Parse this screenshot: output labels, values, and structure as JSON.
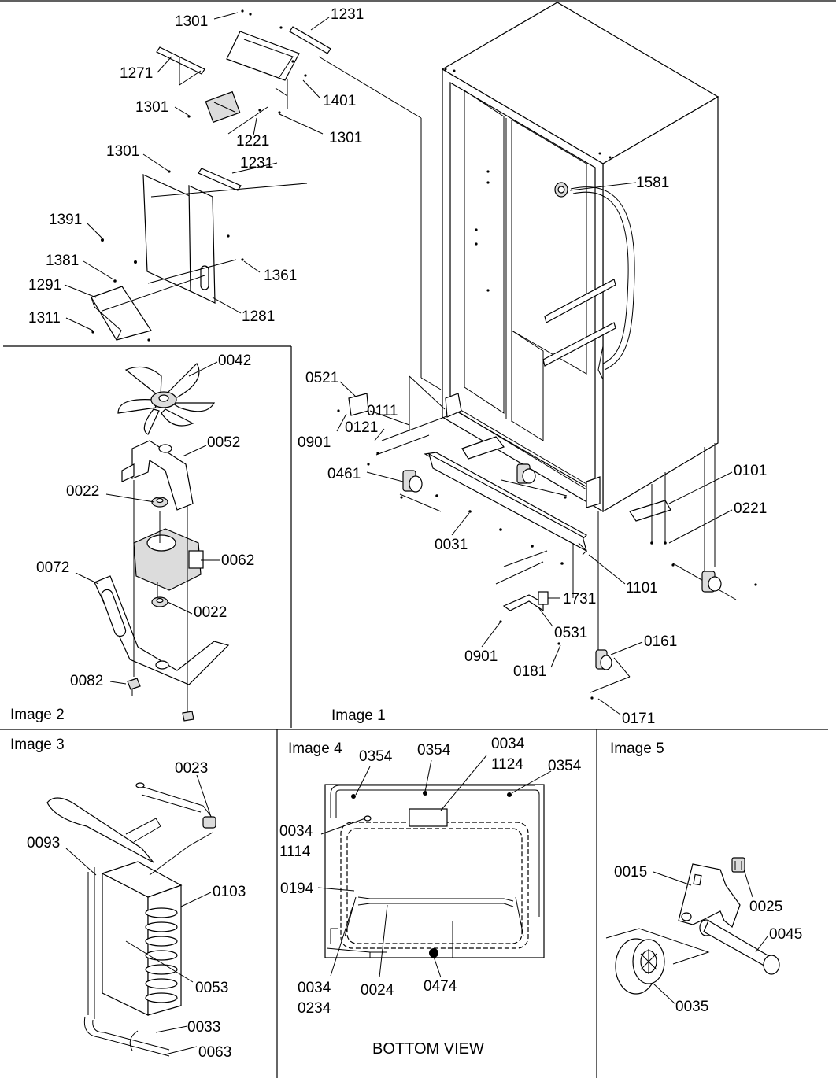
{
  "panels": {
    "image1": "Image 1",
    "image2": "Image 2",
    "image3": "Image 3",
    "image4": "Image 4",
    "image5": "Image 5"
  },
  "bottom_view_title": "BOTTOM VIEW",
  "image1_labels": {
    "p1301a": "1301",
    "p1231a": "1231",
    "p1271": "1271",
    "p1301b": "1301",
    "p1401": "1401",
    "p1221": "1221",
    "p1301c": "1301",
    "p1301d": "1301",
    "p1231b": "1231",
    "p1391": "1391",
    "p1381": "1381",
    "p1361": "1361",
    "p1291": "1291",
    "p1311": "1311",
    "p1281": "1281",
    "p1581": "1581",
    "p0521": "0521",
    "p0111": "0111",
    "p0121": "0121",
    "p0901a": "0901",
    "p0461": "0461",
    "p0101": "0101",
    "p0221": "0221",
    "p0031": "0031",
    "p1101": "1101",
    "p1731": "1731",
    "p0531": "0531",
    "p0901b": "0901",
    "p0161": "0161",
    "p0181": "0181",
    "p0171": "0171"
  },
  "image2_labels": {
    "p0042": "0042",
    "p0052": "0052",
    "p0022a": "0022",
    "p0062": "0062",
    "p0072": "0072",
    "p0022b": "0022",
    "p0082": "0082"
  },
  "image3_labels": {
    "p0023": "0023",
    "p0093": "0093",
    "p0103": "0103",
    "p0053": "0053",
    "p0033": "0033",
    "p0063": "0063"
  },
  "image4_labels": {
    "p0354a": "0354",
    "p0354b": "0354",
    "p0034a": "0034",
    "p1124": "1124",
    "p0354c": "0354",
    "p0034b": "0034",
    "p1114": "1114",
    "p0194": "0194",
    "p0034c": "0034",
    "p0234": "0234",
    "p0024": "0024",
    "p0474": "0474"
  },
  "image5_labels": {
    "p0015": "0015",
    "p0025": "0025",
    "p0045": "0045",
    "p0035": "0035"
  }
}
